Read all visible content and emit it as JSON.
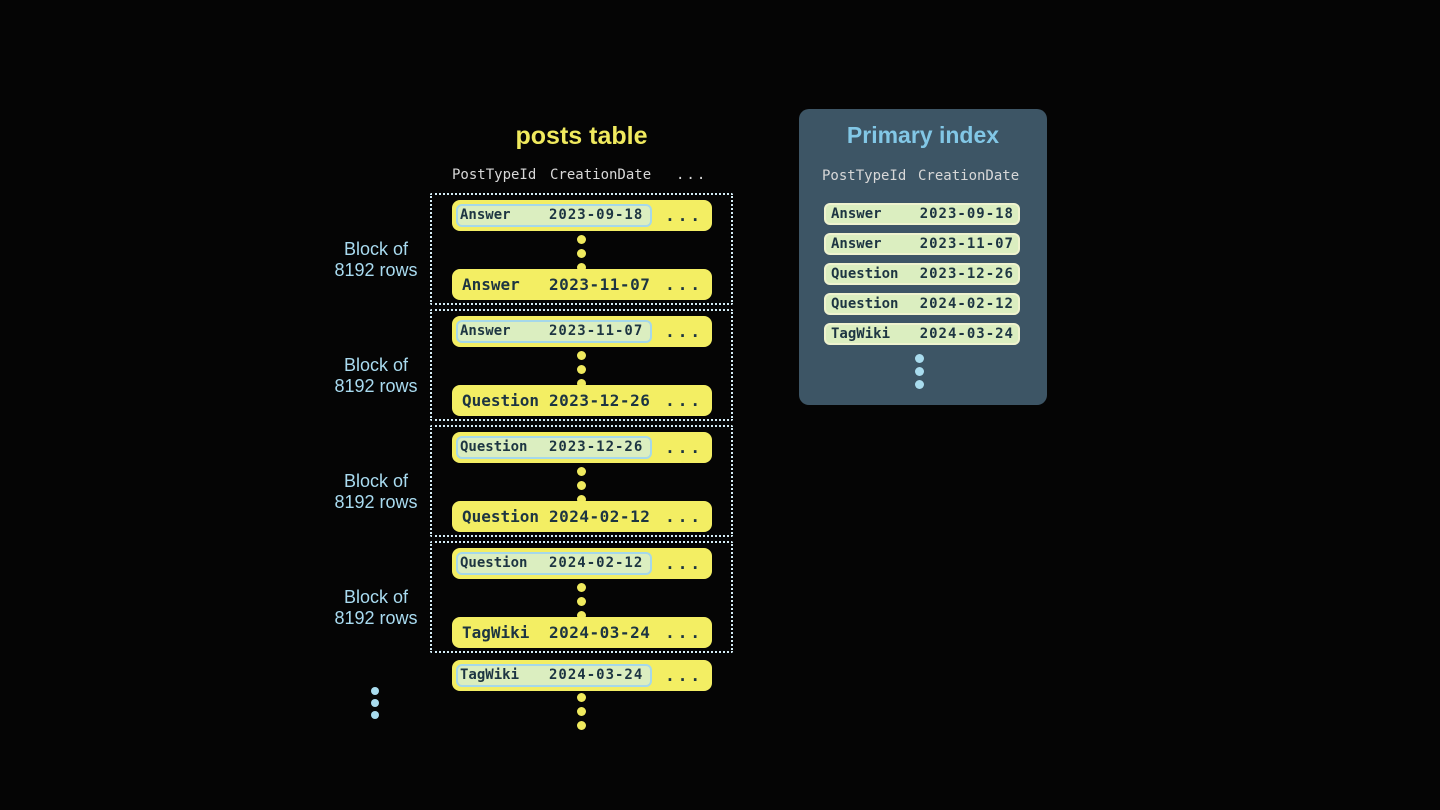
{
  "colors": {
    "background": "#050505",
    "row_yellow": "#f3ee63",
    "row_text": "#1d3542",
    "chip_green": "#dbeec0",
    "chip_border_blue": "#a5d8ea",
    "chip_border_cream": "#eff3cf",
    "panel_bg": "#3d5565",
    "accent_blue": "#82c7e6",
    "label_blue": "#a9dbf0",
    "title_yellow": "#f0ea5e",
    "header_gray": "#d8d8d8",
    "dotted_border": "#d4ecf5",
    "dot_blue": "#a9dcee"
  },
  "posts_table": {
    "title": "posts table",
    "column_headers": [
      "PostTypeId",
      "CreationDate",
      "..."
    ],
    "block_label": {
      "line1": "Block of",
      "line2": "8192 rows"
    },
    "blocks": [
      {
        "first_row": {
          "post_type": "Answer",
          "creation_date": "2023-09-18",
          "more": "..."
        },
        "last_row": {
          "post_type": "Answer",
          "creation_date": "2023-11-07",
          "more": "..."
        }
      },
      {
        "first_row": {
          "post_type": "Answer",
          "creation_date": "2023-11-07",
          "more": "..."
        },
        "last_row": {
          "post_type": "Question",
          "creation_date": "2023-12-26",
          "more": "..."
        }
      },
      {
        "first_row": {
          "post_type": "Question",
          "creation_date": "2023-12-26",
          "more": "..."
        },
        "last_row": {
          "post_type": "Question",
          "creation_date": "2024-02-12",
          "more": "..."
        }
      },
      {
        "first_row": {
          "post_type": "Question",
          "creation_date": "2024-02-12",
          "more": "..."
        },
        "last_row": {
          "post_type": "TagWiki",
          "creation_date": "2024-03-24",
          "more": "..."
        }
      }
    ],
    "next_block_first_row": {
      "post_type": "TagWiki",
      "creation_date": "2024-03-24",
      "more": "..."
    }
  },
  "primary_index": {
    "title": "Primary index",
    "column_headers": [
      "PostTypeId",
      "CreationDate"
    ],
    "rows": [
      {
        "post_type": "Answer",
        "creation_date": "2023-09-18"
      },
      {
        "post_type": "Answer",
        "creation_date": "2023-11-07"
      },
      {
        "post_type": "Question",
        "creation_date": "2023-12-26"
      },
      {
        "post_type": "Question",
        "creation_date": "2024-02-12"
      },
      {
        "post_type": "TagWiki",
        "creation_date": "2024-03-24"
      }
    ]
  }
}
